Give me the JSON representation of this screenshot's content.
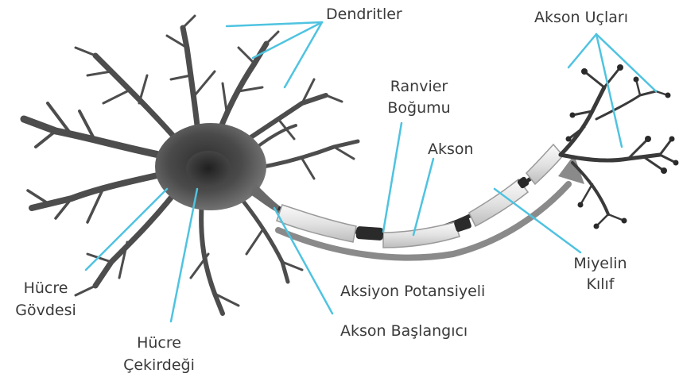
{
  "colors": {
    "leader_line": "#4fc3e0",
    "neuron_dark": "#3a3a3a",
    "neuron_mid": "#6b6b6b",
    "myelin_light": "#ececec",
    "signal_arrow": "#8a8a8a",
    "label_text": "#3a3a3a"
  },
  "labels": {
    "dendrites": "Dendritler",
    "axon_terminals": "Akson Uçları",
    "node_of_ranvier_1": "Ranvier",
    "node_of_ranvier_2": "Boğumu",
    "axon": "Akson",
    "myelin_sheath_1": "Miyelin",
    "myelin_sheath_2": "Kılıf",
    "action_potential": "Aksiyon Potansiyeli",
    "axon_hillock": "Akson Başlangıcı",
    "cell_body_1": "Hücre",
    "cell_body_2": "Gövdesi",
    "nucleus_1": "Hücre",
    "nucleus_2": "Çekirdeği"
  }
}
